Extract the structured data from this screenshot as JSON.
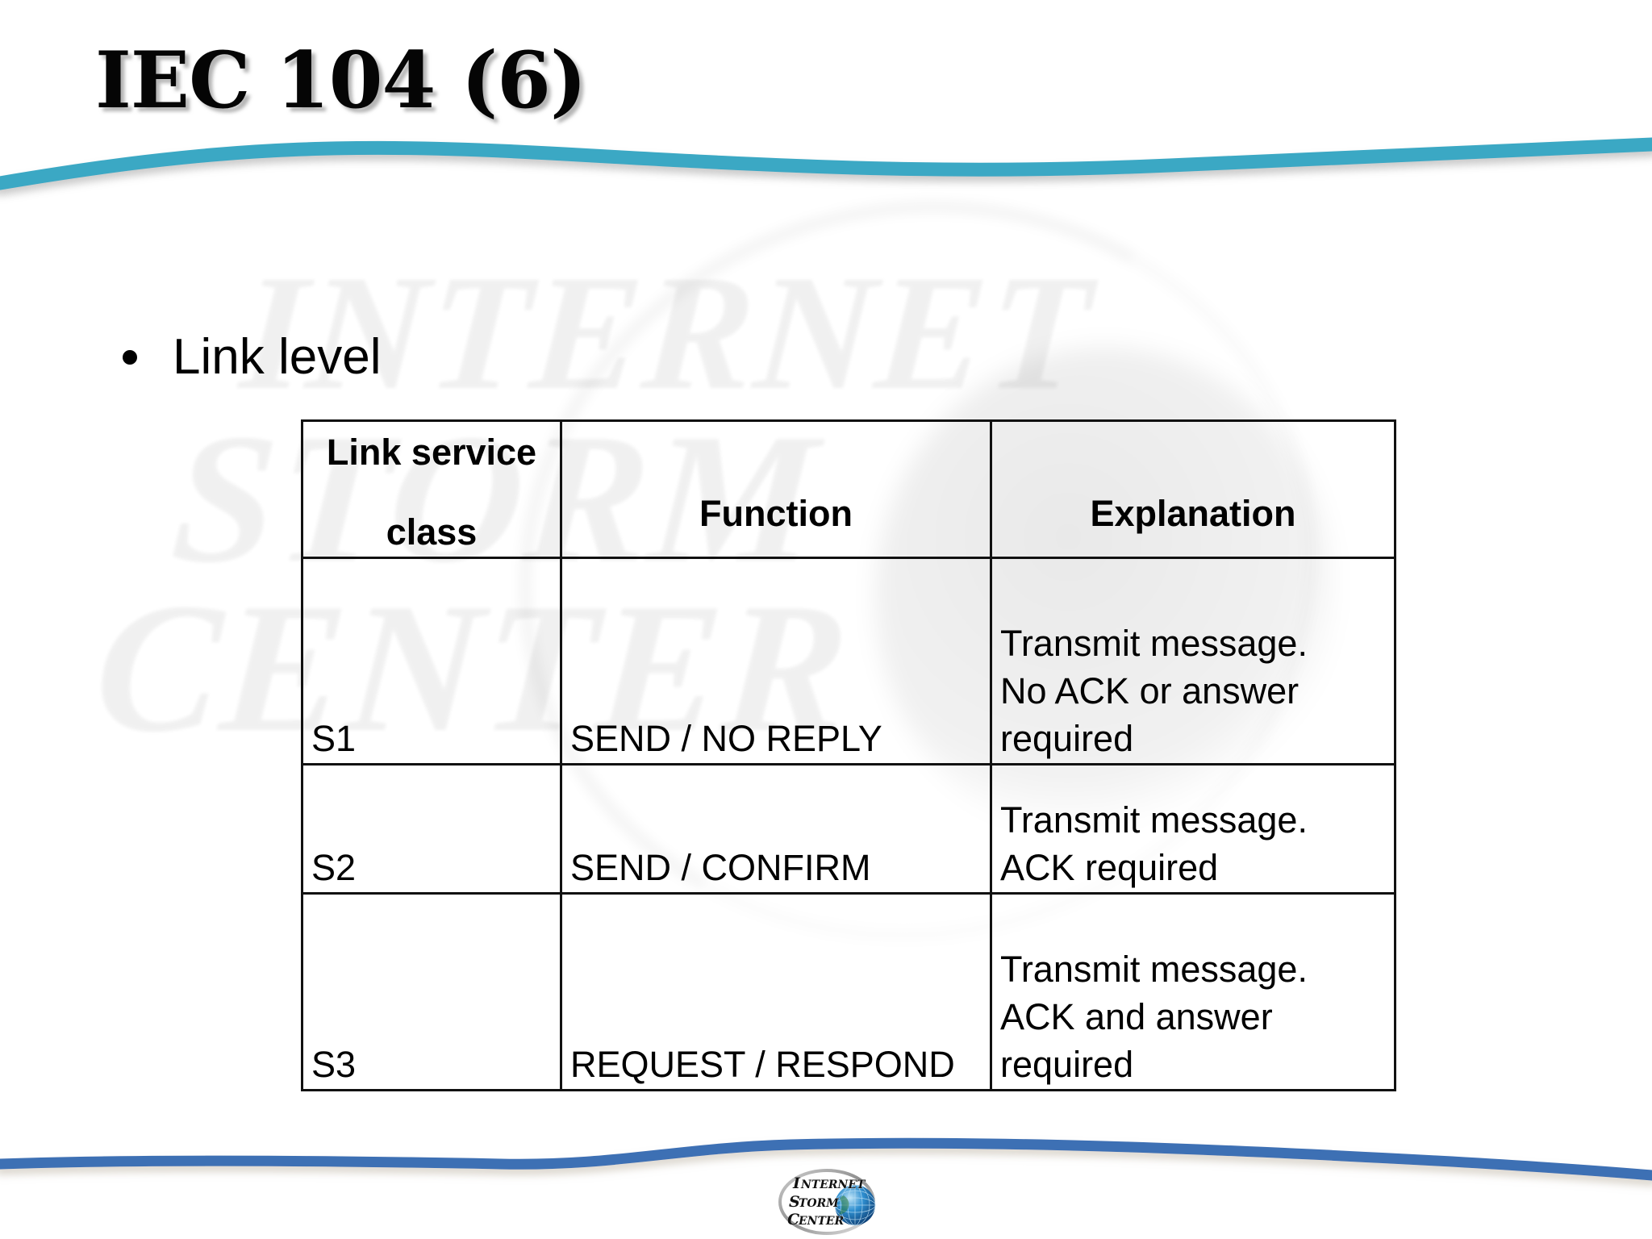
{
  "slide": {
    "title": "IEC 104 (6)",
    "bullet": {
      "marker": "bullet-dot",
      "text": "Link level"
    },
    "colors": {
      "wave_top": "#3BA8C4",
      "wave_bottom": "#3E6FB4",
      "title_text": "#050505",
      "table_border": "#111111",
      "logo_globe": "#1D6FB8"
    },
    "watermark": {
      "line1": "INTERNET",
      "line2": "STORM",
      "line3": "CENTER"
    },
    "footer_logo": {
      "line1": "INTERNET",
      "line2": "STORM",
      "line3": "CENTER",
      "alt": "internet-storm-center-logo"
    }
  },
  "table": {
    "headers": {
      "col1_line1": "Link service",
      "col1_line2": "class",
      "col2": "Function",
      "col3": "Explanation"
    },
    "rows": [
      {
        "class": "S1",
        "function": "SEND / NO REPLY",
        "explanation_lines": [
          "Transmit message.",
          "No ACK or answer",
          "required"
        ]
      },
      {
        "class": "S2",
        "function": "SEND / CONFIRM",
        "explanation_lines": [
          "Transmit message.",
          "ACK required"
        ]
      },
      {
        "class": "S3",
        "function": "REQUEST / RESPOND",
        "explanation_lines": [
          "Transmit message.",
          "ACK and answer",
          "required"
        ]
      }
    ]
  }
}
